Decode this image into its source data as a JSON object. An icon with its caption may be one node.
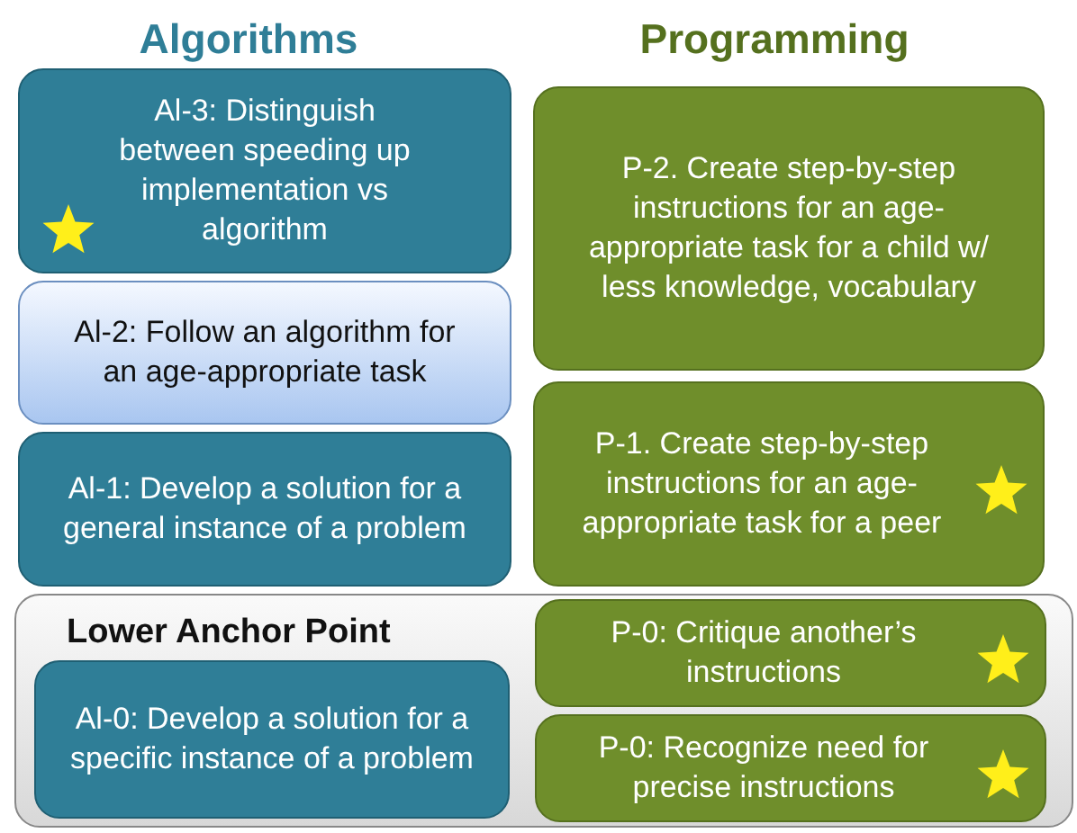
{
  "diagram": {
    "nodes": [
      {
        "text": [
          "Al-3: Distinguish between speeding up implementation vs algorithm"
        ]
      },
      {
        "text": [
          "Al-2: Follow an algorithm for an age-appropriate task"
        ]
      },
      {
        "text": [
          "Al-1: Develop a solution for a general instance of a problem"
        ]
      },
      {
        "text": [
          "P-2.  Create step-by-step instructions for  an age-appropriate task for a child w/ less knowledge, vocabulary"
        ]
      },
      {
        "text": [
          "P-1.  Create step-by-step instructions for an age-appropriate task for a peer"
        ]
      },
      {
        "text": [
          "Lower Anchor Point"
        ]
      },
      {
        "text": [
          "Al-0: Develop a solution for a specific instance of a problem"
        ],
        "in": 5
      },
      {
        "text": [
          "P-0: Critique another’s instructions"
        ],
        "in": 5
      },
      {
        "text": [
          "P-0: Recognize need for precise instructions"
        ],
        "in": 5
      }
    ],
    "labels": [
      "Algorithms",
      "Programming"
    ]
  }
}
